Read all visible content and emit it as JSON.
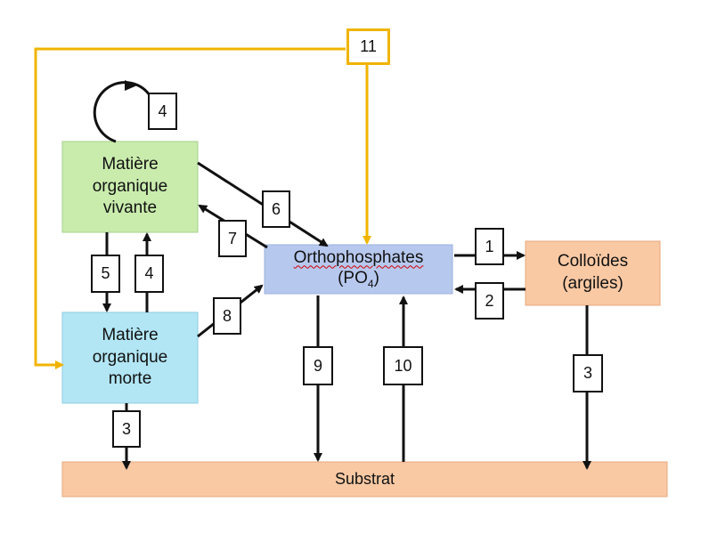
{
  "nodes": {
    "vivante": {
      "lines": [
        "Matière",
        "organique",
        "vivante"
      ]
    },
    "morte": {
      "lines": [
        "Matière",
        "organique",
        "morte"
      ]
    },
    "ortho": {
      "name": "Orthophosphates",
      "formula_prefix": "(PO",
      "formula_sub": "4",
      "formula_suffix": ")"
    },
    "colloides": {
      "lines": [
        "Colloïdes",
        "(argiles)"
      ]
    },
    "substrat": {
      "label": "Substrat"
    }
  },
  "flows": {
    "f1": "1",
    "f2": "2",
    "f3a": "3",
    "f3b": "3",
    "f4a": "4",
    "f4b": "4",
    "f5": "5",
    "f6": "6",
    "f7": "7",
    "f8": "8",
    "f9": "9",
    "f10": "10",
    "f11": "11"
  },
  "colors": {
    "arrow": "#111111",
    "loop_11": "#f0b400",
    "vivante_fill": "#c9ecad",
    "morte_fill": "#b2e6f5",
    "ortho_fill": "#b7c8ee",
    "colloides_fill": "#f9c9a4",
    "substrat_fill": "#f9c9a4"
  }
}
